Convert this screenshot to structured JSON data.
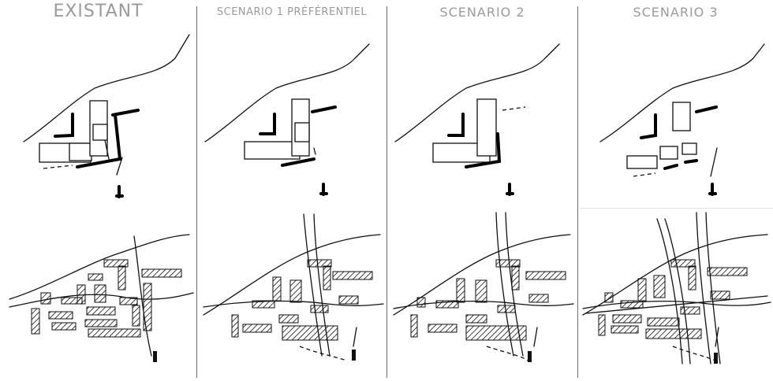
{
  "panels": [
    {
      "id": "existant",
      "title": "EXISTANT"
    },
    {
      "id": "scenario1",
      "title": "SCENARIO 1 PRÉFÉRENTIEL"
    },
    {
      "id": "scenario2",
      "title": "SCENARIO 2"
    },
    {
      "id": "scenario3",
      "title": "SCENARIO 3"
    }
  ]
}
